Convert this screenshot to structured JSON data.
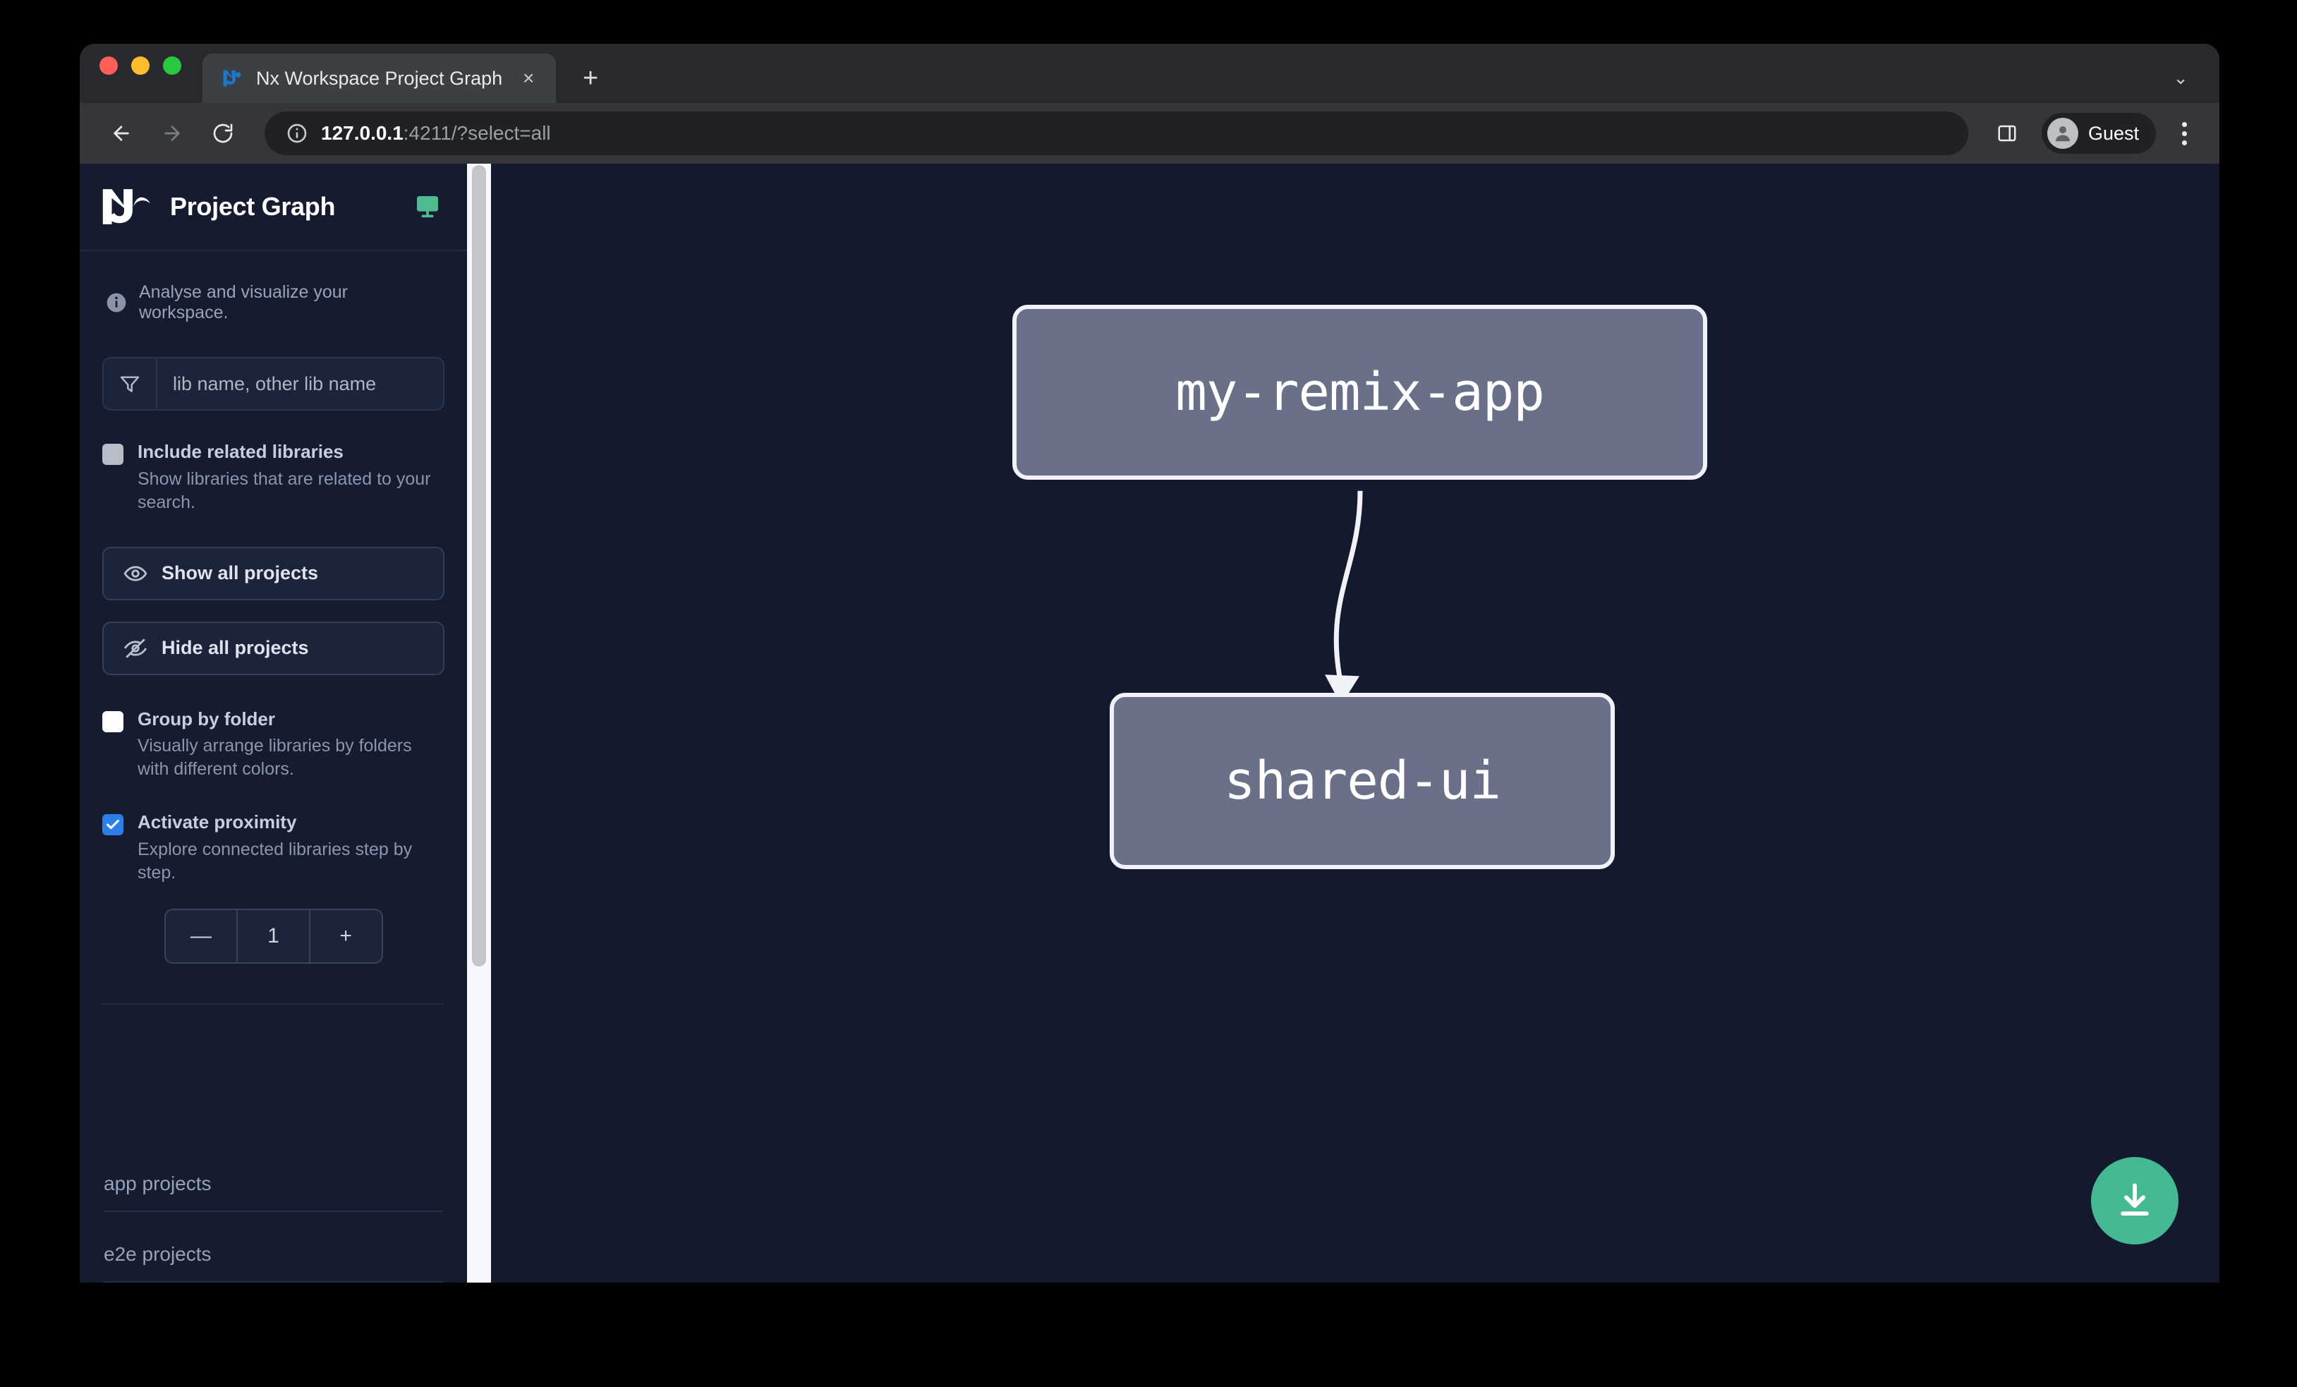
{
  "browser": {
    "tab": {
      "title": "Nx Workspace Project Graph",
      "favicon": "nx-logo-icon",
      "close_label": "×"
    },
    "new_tab_label": "+",
    "tabstrip_chevron": "⌄",
    "toolbar": {
      "back_label": "←",
      "forward_label": "→",
      "reload_label": "⟳",
      "url_host": "127.0.0.1",
      "url_rest": ":4211/?select=all",
      "side_panel_icon": "side-panel-icon",
      "profile_name": "Guest",
      "menu_icon": "kebab-menu-icon"
    }
  },
  "sidebar": {
    "logo": "nx-logo",
    "title": "Project Graph",
    "monitor_icon": "monitor-icon",
    "tagline": "Analyse and visualize your workspace.",
    "filter": {
      "icon": "filter-icon",
      "placeholder": "lib name, other lib name",
      "value": ""
    },
    "options": [
      {
        "id": "include-related-libraries",
        "label": "Include related libraries",
        "description": "Show libraries that are related to your search.",
        "state": "disabled"
      },
      {
        "id": "group-by-folder",
        "label": "Group by folder",
        "description": "Visually arrange libraries by folders with different colors.",
        "state": "unchecked"
      },
      {
        "id": "activate-proximity",
        "label": "Activate proximity",
        "description": "Explore connected libraries step by step.",
        "state": "checked"
      }
    ],
    "buttons": [
      {
        "id": "show-all-projects",
        "label": "Show all projects",
        "icon": "eye-icon"
      },
      {
        "id": "hide-all-projects",
        "label": "Hide all projects",
        "icon": "eye-off-icon"
      }
    ],
    "stepper": {
      "decrement_label": "—",
      "value": "1",
      "increment_label": "+"
    },
    "project_groups": [
      {
        "id": "app-projects",
        "title": "app projects"
      },
      {
        "id": "e2e-projects",
        "title": "e2e projects"
      }
    ]
  },
  "graph": {
    "nodes": [
      {
        "id": "my-remix-app",
        "label": "my-remix-app"
      },
      {
        "id": "shared-ui",
        "label": "shared-ui"
      }
    ],
    "edges": [
      {
        "from": "my-remix-app",
        "to": "shared-ui"
      }
    ],
    "download_button": {
      "icon": "download-icon",
      "color": "#45b894"
    }
  },
  "colors": {
    "accent_green": "#45b894",
    "checkbox_blue": "#2a7fe8",
    "node_fill": "#6b7089",
    "node_border": "#f1f2f7",
    "sidebar_bg": "#151c30",
    "graph_bg": "#141a2e"
  }
}
